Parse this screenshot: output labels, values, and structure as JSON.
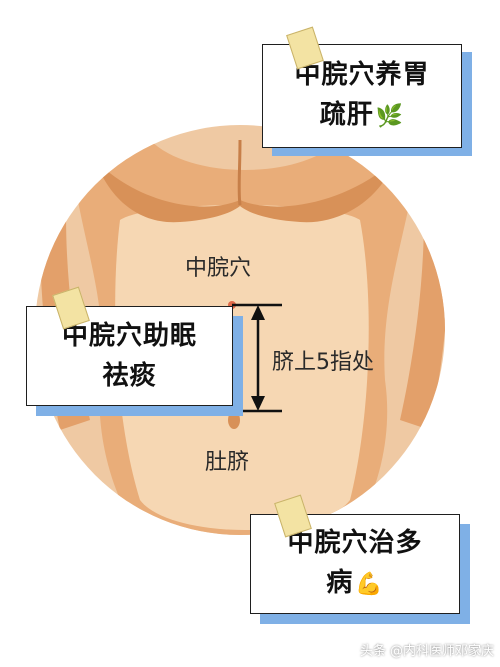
{
  "illustration": {
    "acupoint_label": "中脘穴",
    "distance_label": "脐上5指处",
    "navel_label": "肚脐"
  },
  "notes": {
    "top_right": {
      "line1": "中脘穴养胃",
      "line2": "疏肝",
      "emoji": "🌿"
    },
    "left": {
      "line1": "中脘穴助眠",
      "line2": "祛痰"
    },
    "bottom_right": {
      "line1": "中脘穴治多",
      "line2": "病",
      "emoji": "💪"
    }
  },
  "watermark": "头条 @内科医师邓家庆",
  "colors": {
    "skin_light": "#f6d7b3",
    "skin_mid": "#e8ac78",
    "skin_dark": "#d89158",
    "circle_bg": "#efc9a3",
    "note_shadow": "#7fb0e6",
    "tape": "#f3e3a3"
  }
}
